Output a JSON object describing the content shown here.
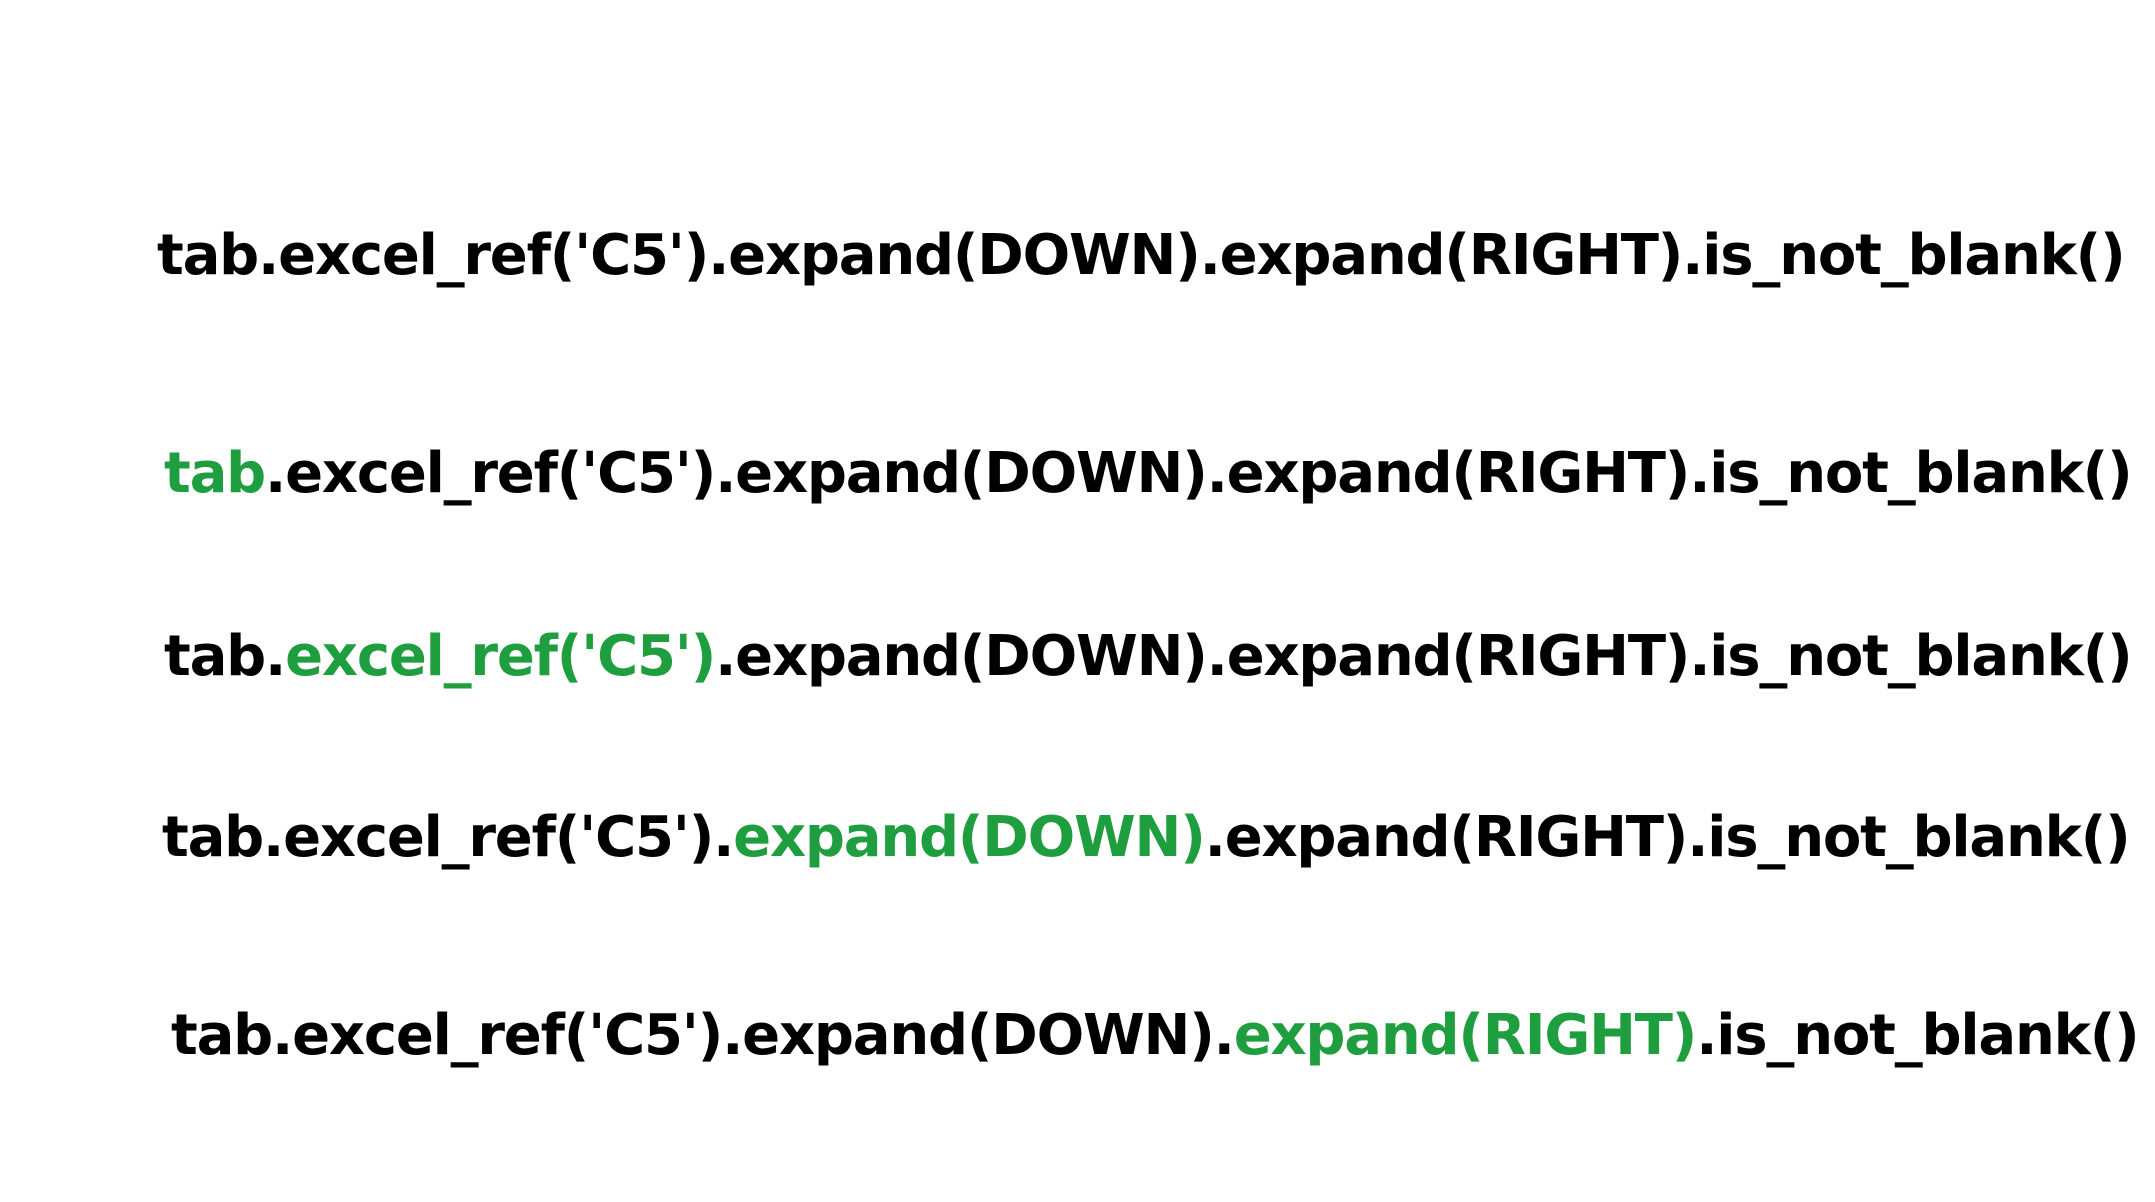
{
  "colors": {
    "text": "#000000",
    "highlight": "#1e9e3f",
    "background": "#ffffff"
  },
  "lines": [
    {
      "before": "tab.excel_ref('C5').expand(DOWN).expand(RIGHT).is_not_blank()",
      "highlight": "",
      "after": ""
    },
    {
      "before": "",
      "highlight": "tab",
      "after": ".excel_ref('C5').expand(DOWN).expand(RIGHT).is_not_blank()"
    },
    {
      "before": "tab.",
      "highlight": "excel_ref('C5')",
      "after": ".expand(DOWN).expand(RIGHT).is_not_blank()"
    },
    {
      "before": "tab.excel_ref('C5').",
      "highlight": "expand(DOWN)",
      "after": ".expand(RIGHT).is_not_blank()"
    },
    {
      "before": "tab.excel_ref('C5').expand(DOWN).",
      "highlight": "expand(RIGHT)",
      "after": ".is_not_blank()"
    }
  ]
}
